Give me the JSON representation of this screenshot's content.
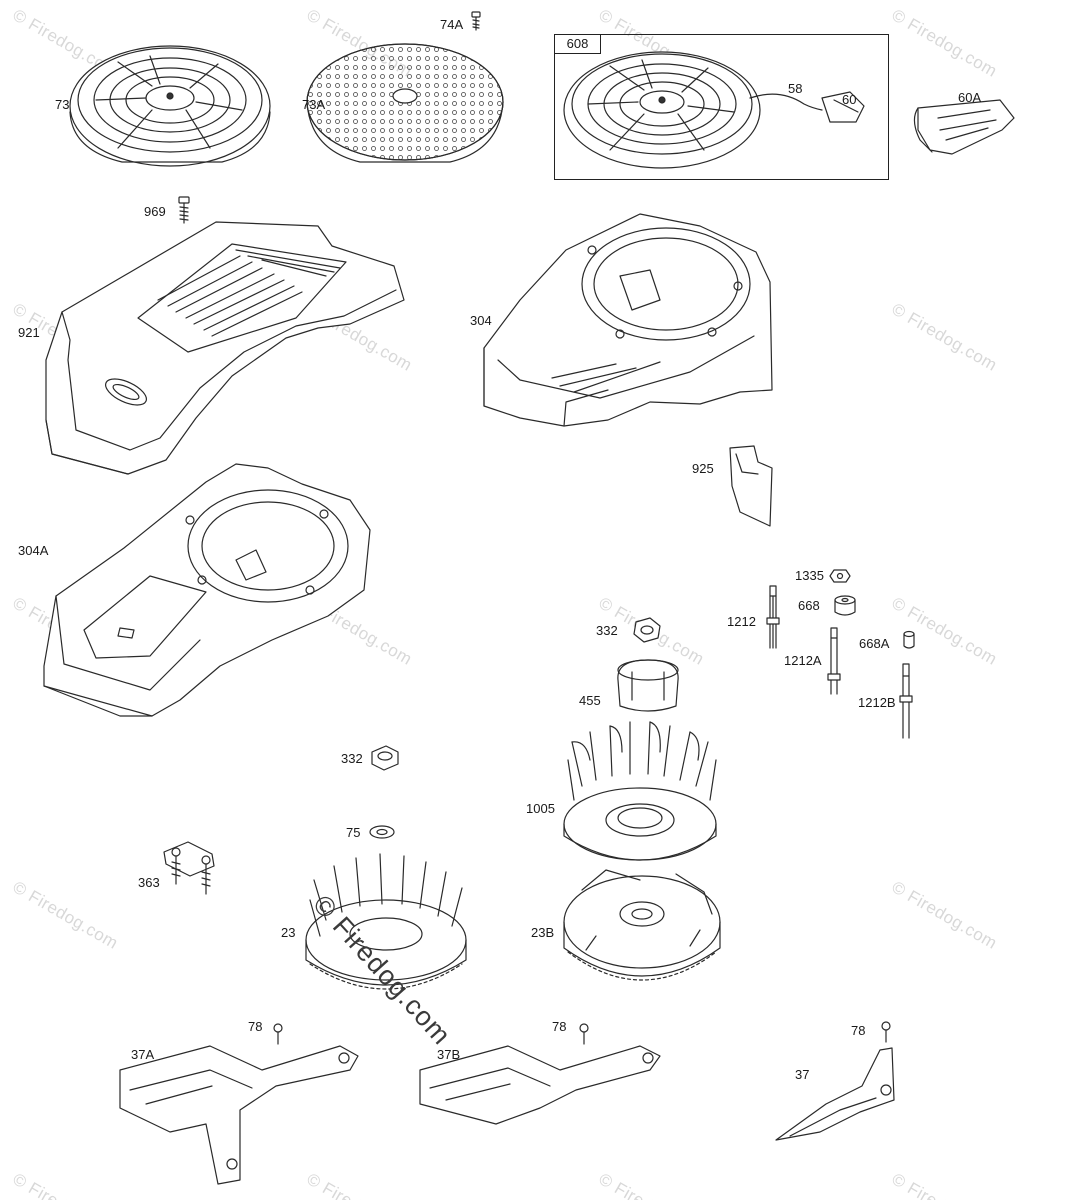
{
  "diagram": {
    "part_labels": {
      "p73": "73",
      "p73a": "73A",
      "p74a": "74A",
      "p608": "608",
      "p58": "58",
      "p60": "60",
      "p60a": "60A",
      "p969": "969",
      "p921": "921",
      "p304": "304",
      "p925": "925",
      "p304a": "304A",
      "p1335": "1335",
      "p668": "668",
      "p1212": "1212",
      "p332a": "332",
      "p668a": "668A",
      "p1212a": "1212A",
      "p455": "455",
      "p1212b": "1212B",
      "p332b": "332",
      "p1005": "1005",
      "p75": "75",
      "p363": "363",
      "p23": "23",
      "p23b": "23B",
      "p78a": "78",
      "p78b": "78",
      "p78c": "78",
      "p37a": "37A",
      "p37b": "37B",
      "p37": "37"
    },
    "watermark": "© Firedog.com",
    "center_watermark": "© Firedog.com"
  }
}
